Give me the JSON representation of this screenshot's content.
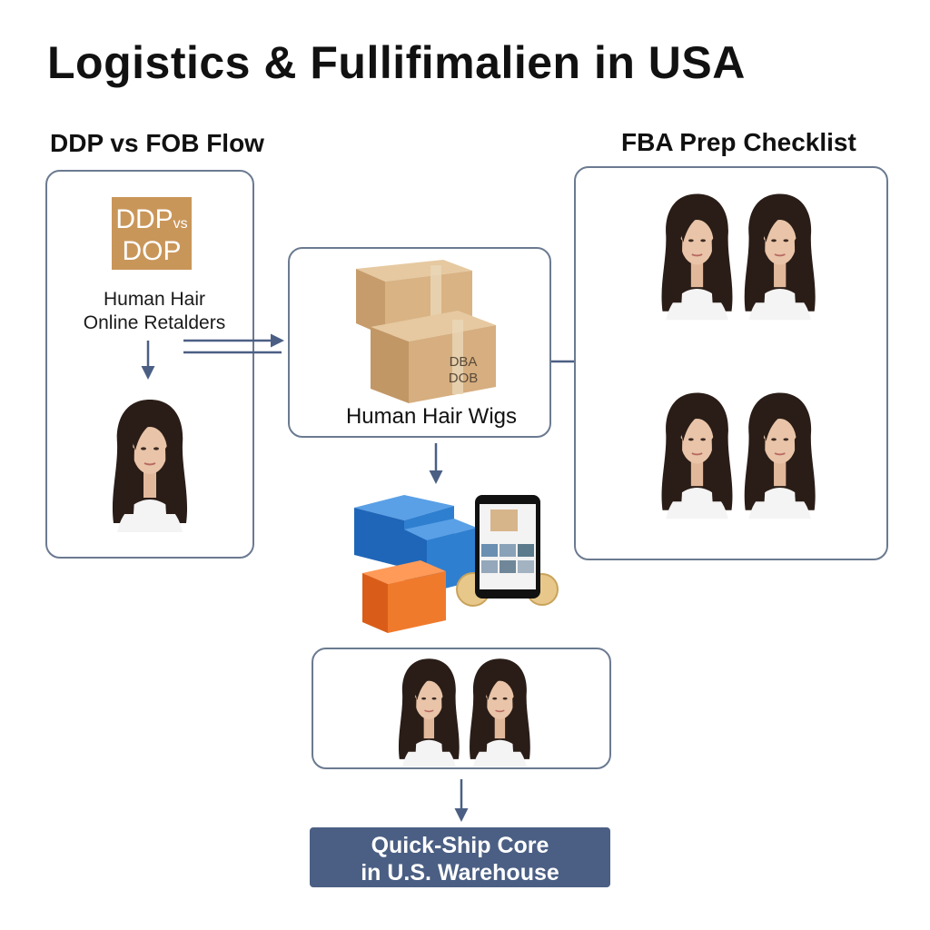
{
  "title": "Logistics & Fullifimalien in USA",
  "left_panel": {
    "heading": "DDP vs FOB Flow",
    "badge_top": "DDP",
    "badge_mid": "vs",
    "badge_bottom": "DOP",
    "label_line1": "Human Hair",
    "label_line2": "Online Retalders"
  },
  "center_panel": {
    "box_text_line1": "DBA",
    "box_text_line2": "DOB",
    "label": "Human Hair Wigs"
  },
  "right_panel": {
    "heading": "FBA Prep Checklist"
  },
  "core_button": {
    "line1": "Quick-Ship Core",
    "line2": "in U.S. Warehouse"
  },
  "colors": {
    "panel_border": "#6b7a90",
    "arrow": "#4b5f84",
    "badge": "#c9965a",
    "core": "#4b5f84",
    "blue_box": "#2f7fd0",
    "orange_box": "#f07a2c",
    "cardboard": "#d7b58a",
    "hair": "#2a1d17",
    "skin": "#e9c4a8"
  }
}
